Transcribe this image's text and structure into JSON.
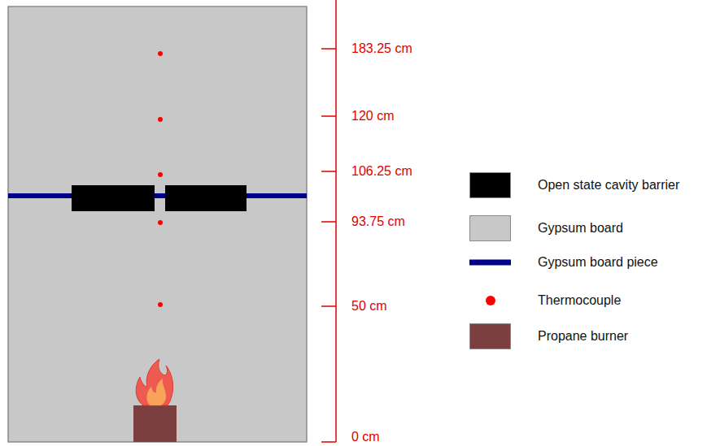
{
  "diagram": {
    "labels": [
      "183.25 cm",
      "120 cm",
      "106.25 cm",
      "93.75 cm",
      "50 cm",
      "0 cm"
    ],
    "legend": [
      {
        "text": "Open state cavity barrier",
        "color": "#000000"
      },
      {
        "text": "Gypsum board",
        "color": "#c8c8c8"
      },
      {
        "text": "Gypsum board piece"
      },
      {
        "text": "Thermocouple"
      },
      {
        "text": "Propane burner",
        "color": "#7b3f3f"
      }
    ]
  }
}
